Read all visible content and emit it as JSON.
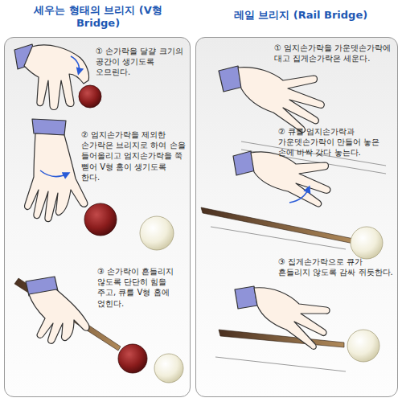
{
  "diagram": {
    "nodes": [
      {
        "text": [
          "세우는 형태의 브리지 (V형 Bridge)",
          "① 손가락을 달걀 크기의 공간이 생기도록 오므린다.",
          "② 엄지손가락을 제외한 손가락은 브리지로 하여 손을 들어올리고 엄지손가락을 쭉 뻗어 V형 홈이 생기도록 한다.",
          "③ 손가락이 흔들리지 않도록 단단히 힘을 주고, 큐를 V형 홈에 얹힌다."
        ]
      },
      {
        "text": [
          "레일 브리지 (Rail Bridge)",
          "① 엄지손가락을 가운뎃손가락에 대고 집게손가락은 세운다.",
          "② 큐를 엄지손가락과 가운뎃손가락이 만들어 놓은 손에 바싹 갖다 놓는다.",
          "③ 집게손가락으로 큐가 흔들리지 않도록 감싸 쥐듯한다."
        ]
      }
    ]
  }
}
